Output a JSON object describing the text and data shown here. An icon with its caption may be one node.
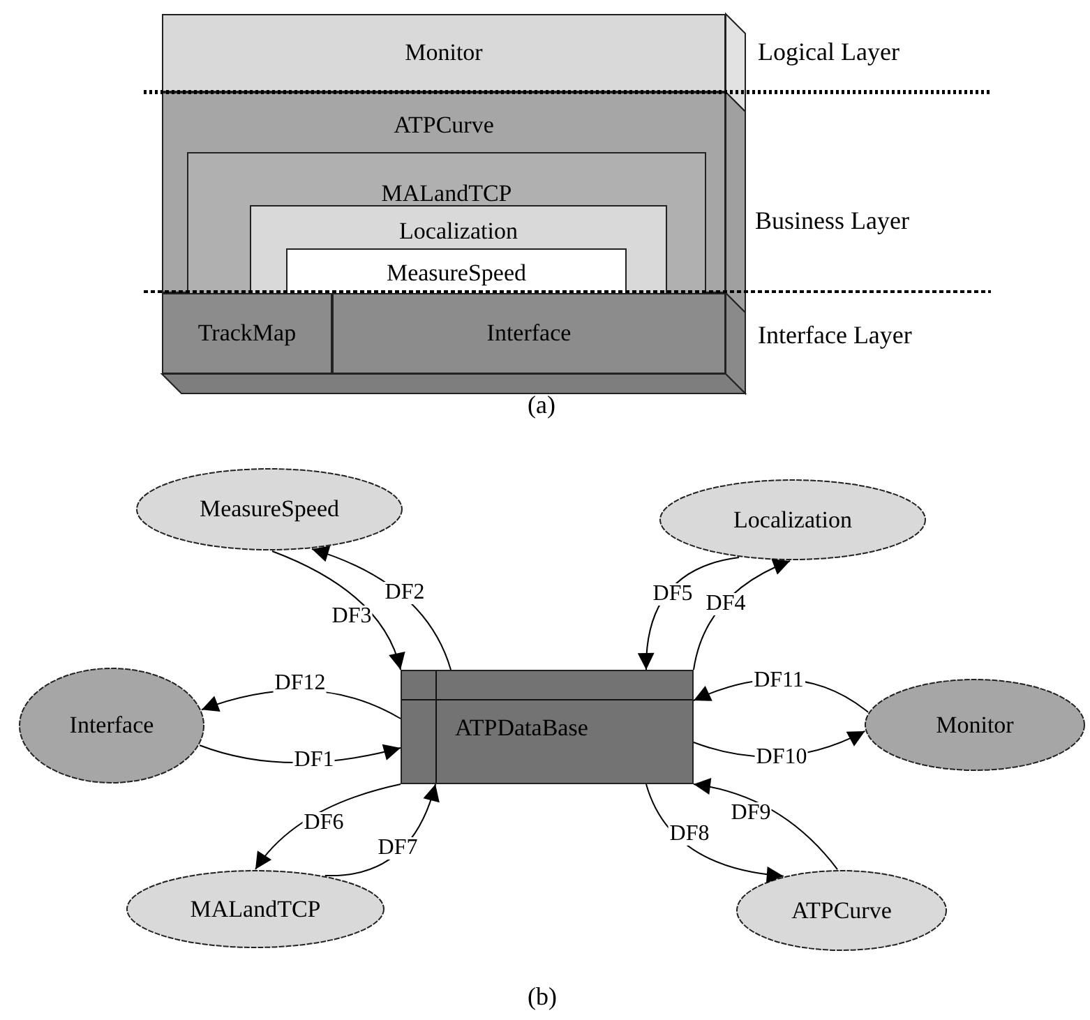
{
  "diagram": {
    "nodes": [
      {
        "text": [
          "Monitor"
        ]
      },
      {
        "text": [
          "ATPCurve"
        ]
      },
      {
        "text": [
          "MALandTCP"
        ],
        "in": 1
      },
      {
        "text": [
          "Localization"
        ],
        "in": 2
      },
      {
        "text": [
          "MeasureSpeed"
        ],
        "in": 3
      },
      {
        "text": [
          "TrackMap"
        ]
      },
      {
        "text": [
          "Interface"
        ]
      },
      {
        "text": [
          "MeasureSpeed"
        ]
      },
      {
        "text": [
          "Localization"
        ]
      },
      {
        "text": [
          "Interface"
        ]
      },
      {
        "text": [
          "ATPDataBase"
        ]
      },
      {
        "text": [
          "Monitor"
        ]
      },
      {
        "text": [
          "MALandTCP"
        ]
      },
      {
        "text": [
          "ATPCurve"
        ]
      }
    ],
    "edges": [
      {
        "from": 9,
        "to": 10,
        "arrow": "to",
        "label": "DF1"
      },
      {
        "from": 10,
        "to": 7,
        "arrow": "to",
        "label": "DF2"
      },
      {
        "from": 7,
        "to": 10,
        "arrow": "to",
        "label": "DF3"
      },
      {
        "from": 10,
        "to": 8,
        "arrow": "to",
        "label": "DF4"
      },
      {
        "from": 8,
        "to": 10,
        "arrow": "to",
        "label": "DF5"
      },
      {
        "from": 10,
        "to": 12,
        "arrow": "to",
        "label": "DF6"
      },
      {
        "from": 12,
        "to": 10,
        "arrow": "to",
        "label": "DF7"
      },
      {
        "from": 10,
        "to": 13,
        "arrow": "to",
        "label": "DF8"
      },
      {
        "from": 13,
        "to": 10,
        "arrow": "to",
        "label": "DF9"
      },
      {
        "from": 10,
        "to": 11,
        "arrow": "to",
        "label": "DF10"
      },
      {
        "from": 11,
        "to": 10,
        "arrow": "to",
        "label": "DF11"
      },
      {
        "from": 10,
        "to": 9,
        "arrow": "to",
        "label": "DF12"
      }
    ],
    "labels": [
      "Logical Layer",
      "Business Layer",
      "Interface Layer",
      "(a)",
      "(b)"
    ]
  }
}
